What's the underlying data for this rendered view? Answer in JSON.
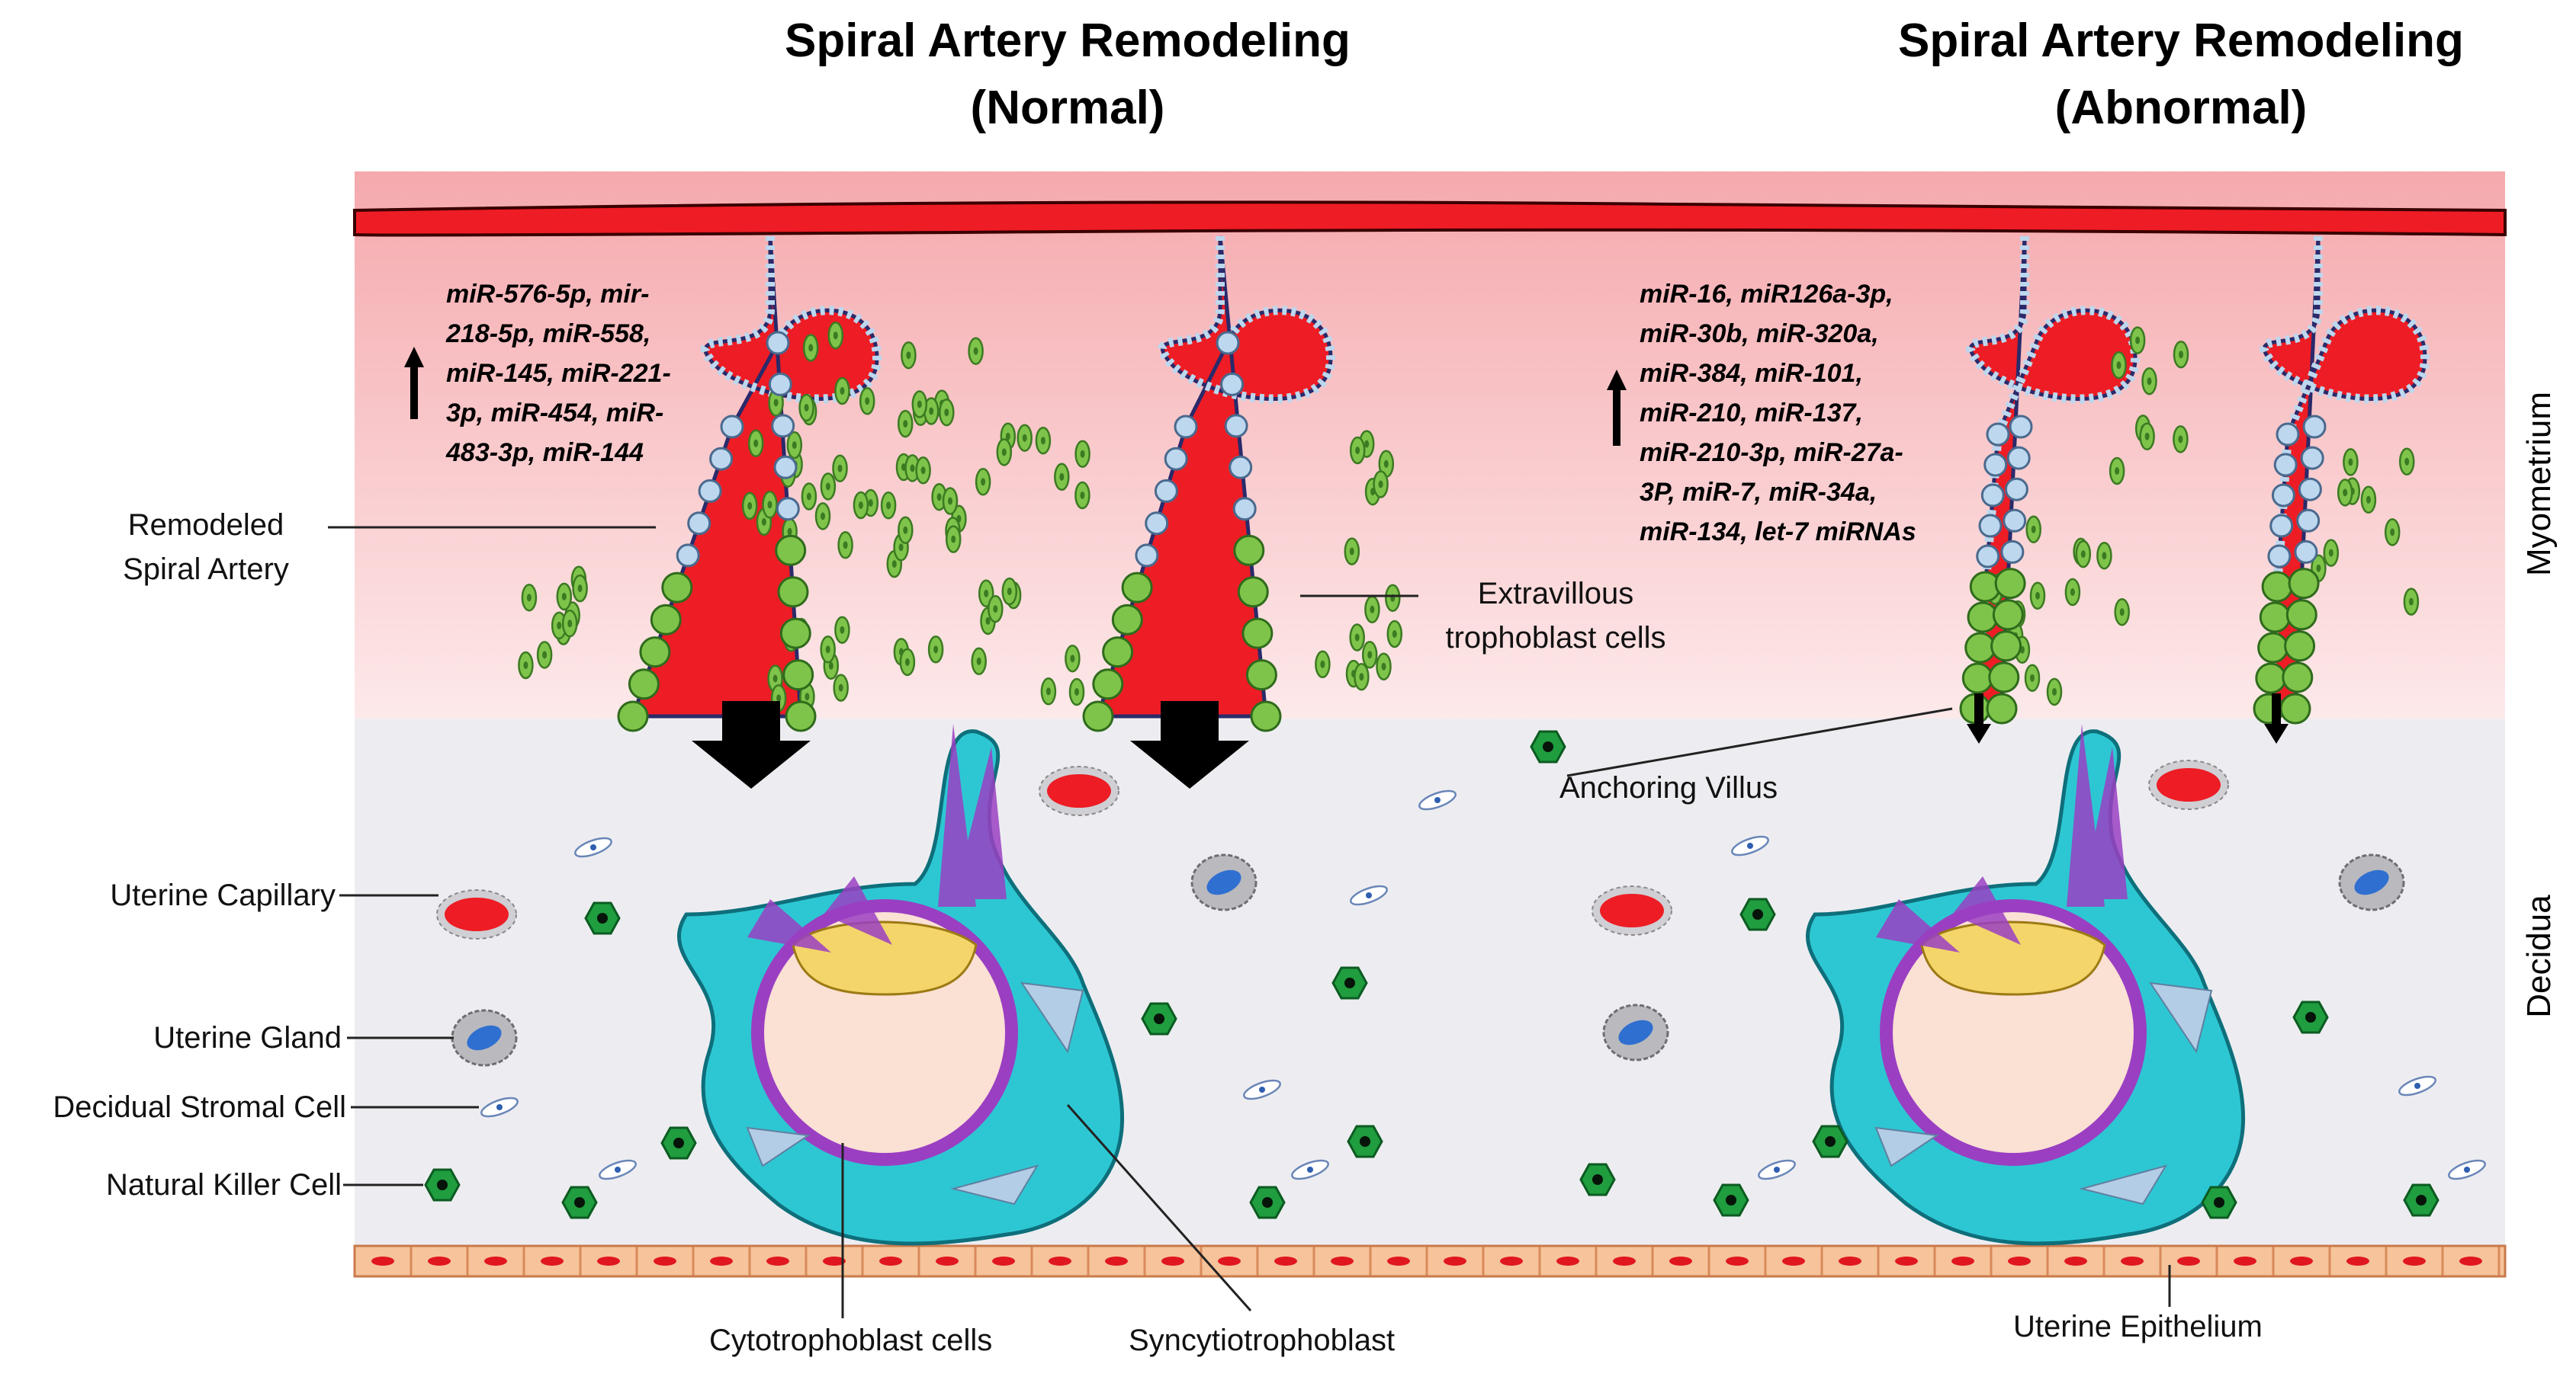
{
  "titles": {
    "normal_line1": "Spiral Artery Remodeling",
    "normal_line2": "(Normal)",
    "abnormal_line1": "Spiral Artery Remodeling",
    "abnormal_line2": "(Abnormal)"
  },
  "layers": {
    "myometrium": "Myometrium",
    "decidua": "Decidua"
  },
  "labels": {
    "remodeled_line1": "Remodeled",
    "remodeled_line2": "Spiral Artery",
    "uterine_capillary": "Uterine Capillary",
    "uterine_gland": "Uterine Gland",
    "decidual_stromal_cell": "Decidual Stromal Cell",
    "natural_killer_cell": "Natural Killer Cell",
    "evt_line1": "Extravillous",
    "evt_line2": "trophoblast cells",
    "anchoring_villus": "Anchoring Villus",
    "cytotrophoblast": "Cytotrophoblast cells",
    "syncytiotrophoblast": "Syncytiotrophoblast",
    "uterine_epithelium": "Uterine Epithelium"
  },
  "mirna_normal": [
    "miR-576-5p, mir-",
    "218-5p, miR-558,",
    "miR-145, miR-221-",
    "3p, miR-454, miR-",
    "483-3p, miR-144"
  ],
  "mirna_abnormal": [
    "miR-16, miR126a-3p,",
    "miR-30b, miR-320a,",
    "miR-384, miR-101,",
    "miR-210, miR-137,",
    "miR-210-3p, miR-27a-",
    "3P, miR-7, miR-34a,",
    "miR-134, let-7 miRNAs"
  ],
  "regulation": {
    "normal": "up",
    "abnormal": "up"
  },
  "colors": {
    "myometrium_top": "#f5a9ad",
    "myometrium_bottom": "#fde6e7",
    "decidua": "#ededf1",
    "artery_red": "#ee1c24",
    "endothelium": "#bcd7ee",
    "trophoblast_green": "#7fc44a",
    "nk_green": "#1f9d3f",
    "villus_cyan": "#2dc7d3",
    "syncytium_purple": "#9a3fc2",
    "yolk_yellow": "#f4d56a",
    "epithelium": "#f6c39a"
  }
}
